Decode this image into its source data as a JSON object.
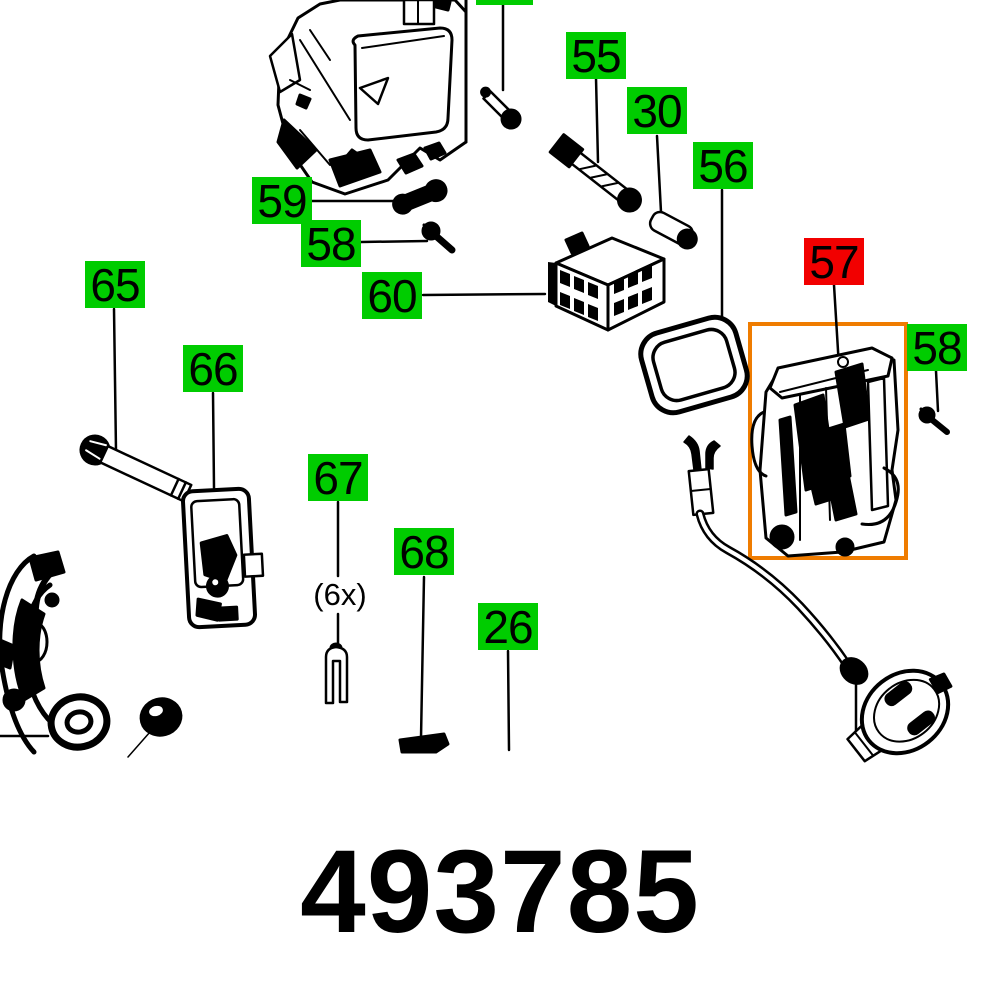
{
  "document": {
    "part_number": "493785"
  },
  "annotations": {
    "quantity": "(6x)"
  },
  "callouts": {
    "n55": {
      "text": "55",
      "style": "green"
    },
    "n30": {
      "text": "30",
      "style": "green"
    },
    "n56": {
      "text": "56",
      "style": "green"
    },
    "n57": {
      "text": "57",
      "style": "red",
      "highlighted": true
    },
    "n58_right": {
      "text": "58",
      "style": "green"
    },
    "n59": {
      "text": "59",
      "style": "green"
    },
    "n58_left": {
      "text": "58",
      "style": "green"
    },
    "n60": {
      "text": "60",
      "style": "green"
    },
    "n65": {
      "text": "65",
      "style": "green"
    },
    "n66": {
      "text": "66",
      "style": "green"
    },
    "n67": {
      "text": "67",
      "style": "green"
    },
    "n68": {
      "text": "68",
      "style": "green"
    },
    "n26": {
      "text": "26",
      "style": "green"
    },
    "cropped": {
      "text": "",
      "style": "green"
    }
  },
  "colors": {
    "callout_green": "#00cc00",
    "callout_red": "#f20000",
    "highlight_orange": "#ef7c00",
    "ink": "#000000",
    "background": "#ffffff"
  }
}
